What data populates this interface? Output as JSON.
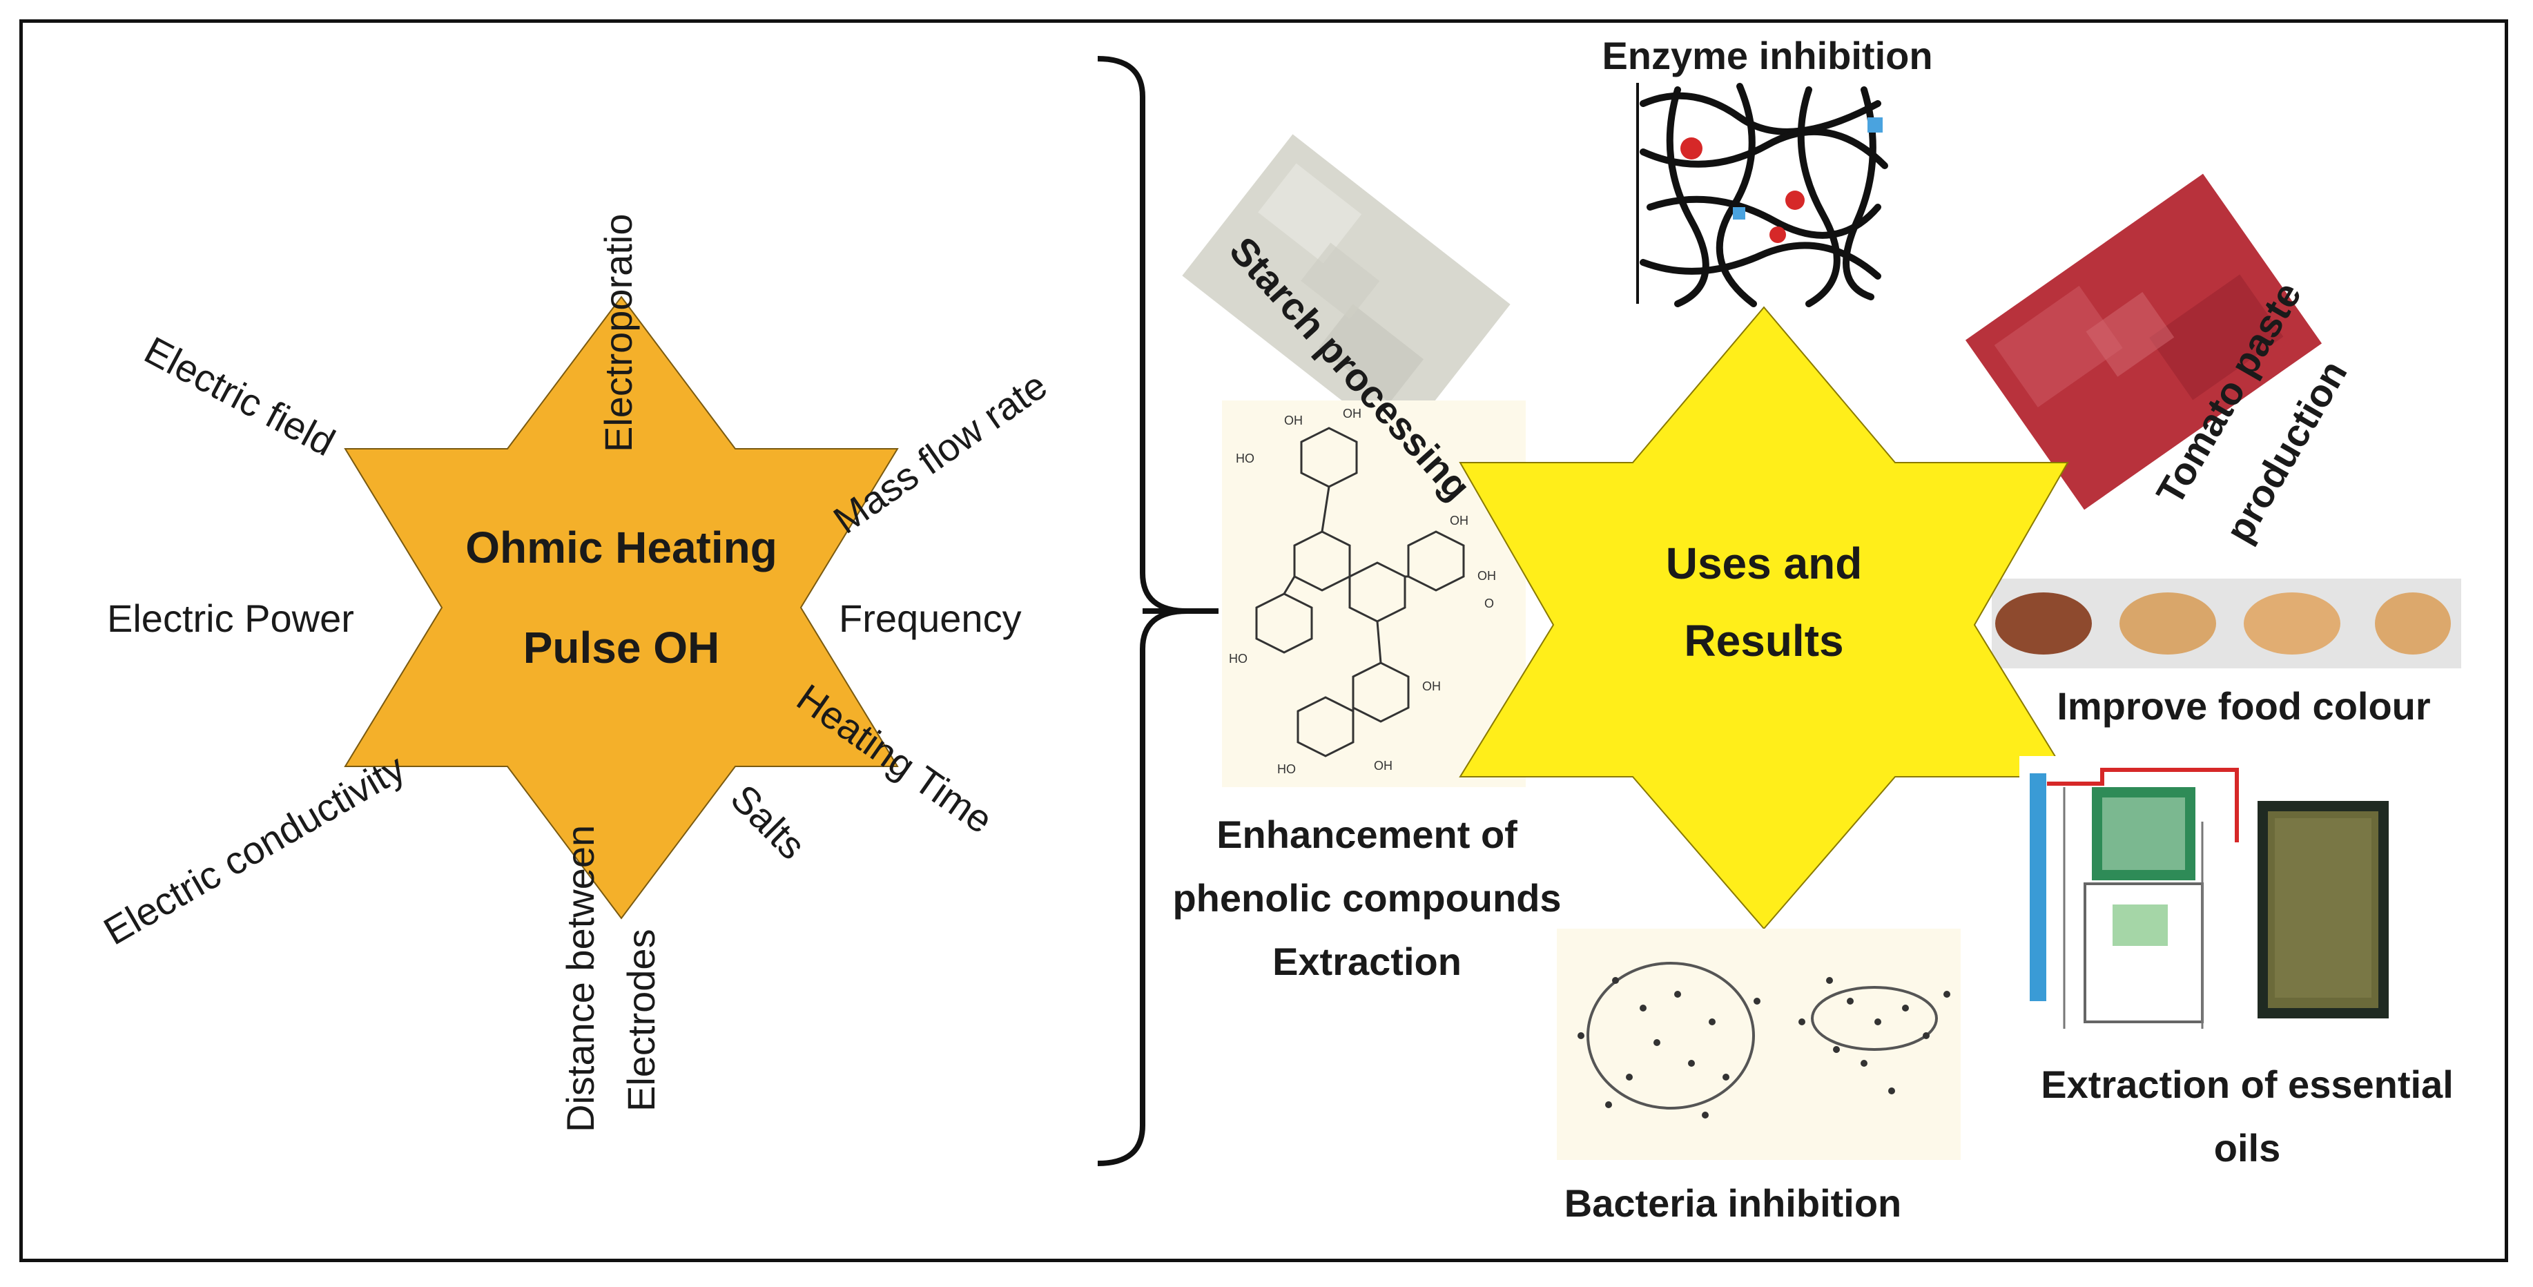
{
  "left_star": {
    "fill": "#f4b02a",
    "center_lines": [
      "Ohmic Heating",
      "Pulse OH"
    ],
    "parameters": {
      "electroporation": "Electroporatio",
      "electric_field": "Electric field",
      "mass_flow_rate": "Mass flow rate",
      "electric_power": "Electric Power",
      "frequency": "Frequency",
      "electric_conductivity": "Electric conductivity",
      "heating_time": "Heating Time",
      "salts": "Salts",
      "distance_line1": "Distance between",
      "distance_line2": "Electrodes"
    }
  },
  "right_star": {
    "fill": "#ffee1a",
    "center_lines": [
      "Uses and",
      "Results"
    ]
  },
  "uses": {
    "enzyme_inhibition": "Enzyme inhibition",
    "starch_processing": "Starch processing",
    "tomato_line1": "Tomato paste",
    "tomato_line2": "production",
    "improve_colour": "Improve food colour",
    "phenolic_line1": "Enhancement of",
    "phenolic_line2": "phenolic compounds",
    "phenolic_line3": "Extraction",
    "bacteria_inhibition": "Bacteria inhibition",
    "oils_line1": "Extraction of essential",
    "oils_line2": "oils"
  },
  "colours": {
    "tomato": "#b8323c",
    "starch": "#d8d8cf",
    "swatches": [
      "#8e4a2e",
      "#d9a66a",
      "#e1ad72",
      "#dca86c"
    ]
  }
}
